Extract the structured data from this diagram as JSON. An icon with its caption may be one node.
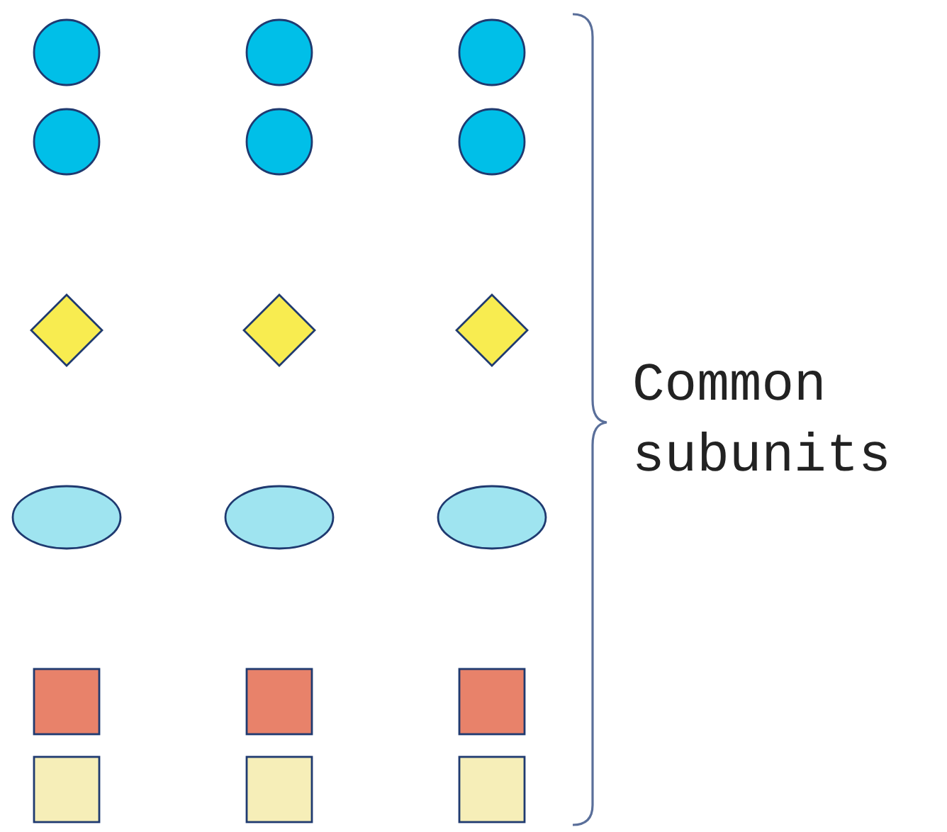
{
  "diagram": {
    "nodes": [
      {
        "text": [],
        "shape": "circle"
      },
      {
        "text": [],
        "shape": "circle"
      },
      {
        "text": [],
        "shape": "circle"
      },
      {
        "text": [],
        "shape": "circle"
      },
      {
        "text": [],
        "shape": "circle"
      },
      {
        "text": [],
        "shape": "circle"
      },
      {
        "text": [],
        "shape": "diamond"
      },
      {
        "text": [],
        "shape": "diamond"
      },
      {
        "text": [],
        "shape": "diamond"
      },
      {
        "text": [],
        "shape": "ellipse"
      },
      {
        "text": [],
        "shape": "ellipse"
      },
      {
        "text": [],
        "shape": "ellipse"
      },
      {
        "text": [],
        "shape": "box"
      },
      {
        "text": [],
        "shape": "box"
      },
      {
        "text": [],
        "shape": "box"
      },
      {
        "text": [],
        "shape": "box"
      },
      {
        "text": [],
        "shape": "box"
      },
      {
        "text": [],
        "shape": "box"
      }
    ],
    "labels": [
      "Common subunits"
    ]
  }
}
